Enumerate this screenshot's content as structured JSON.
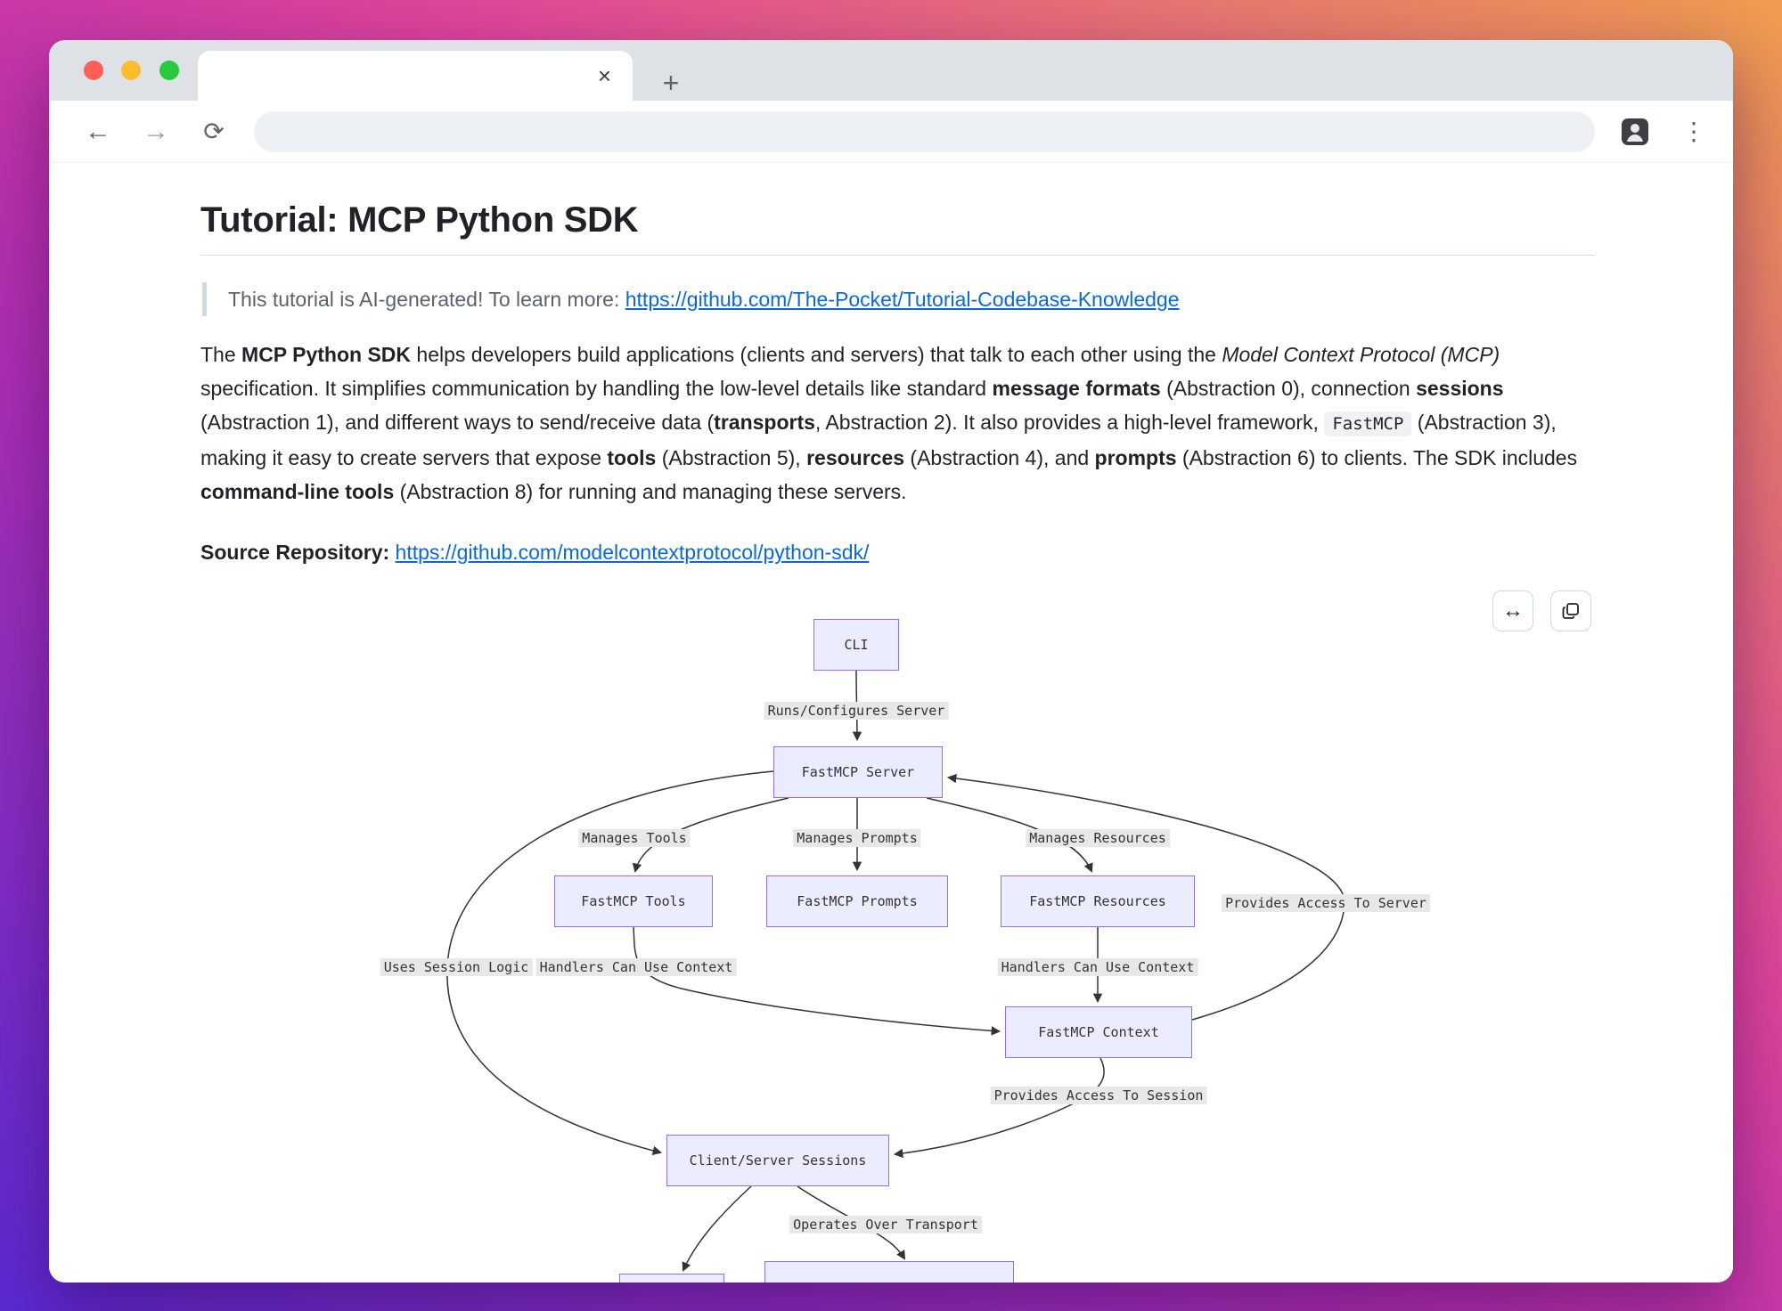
{
  "browser": {
    "icons": {
      "back": "←",
      "forward": "→",
      "reload": "⟳",
      "new_tab": "+",
      "close_tab": "×",
      "menu": "⋮",
      "expand": "↔"
    },
    "address_value": ""
  },
  "page": {
    "title": "Tutorial: MCP Python SDK",
    "quote": {
      "text": "This tutorial is AI-generated! To learn more: ",
      "link_text": "https://github.com/The-Pocket/Tutorial-Codebase-Knowledge"
    },
    "intro": [
      {
        "text": "The "
      },
      {
        "text": "MCP Python SDK"
      },
      {
        "text": " helps developers build applications (clients and servers) that talk to each other using the "
      },
      {
        "text": "Model Context Protocol (MCP)"
      },
      {
        "text": " specification. It simplifies communication by handling the low-level details like standard "
      },
      {
        "text": "message formats"
      },
      {
        "text": " (Abstraction 0), connection "
      },
      {
        "text": "sessions"
      },
      {
        "text": " (Abstraction 1), and different ways to send/receive data ("
      },
      {
        "text": "transports"
      },
      {
        "text": ", Abstraction 2). It also provides a high-level framework, "
      },
      {
        "text": "FastMCP"
      },
      {
        "text": " (Abstraction 3), making it easy to create servers that expose "
      },
      {
        "text": "tools"
      },
      {
        "text": " (Abstraction 5), "
      },
      {
        "text": "resources"
      },
      {
        "text": " (Abstraction 4), and "
      },
      {
        "text": "prompts"
      },
      {
        "text": " (Abstraction 6) to clients. The SDK includes "
      },
      {
        "text": "command-line tools"
      },
      {
        "text": " (Abstraction 8) for running and managing these servers."
      }
    ],
    "source_label": "Source Repository: ",
    "source_link": "https://github.com/modelcontextprotocol/python-sdk/"
  },
  "diagram": {
    "nodes": {
      "cli": "CLI",
      "server": "FastMCP Server",
      "tools": "FastMCP Tools",
      "prompts": "FastMCP Prompts",
      "resources": "FastMCP Resources",
      "context": "FastMCP Context",
      "sessions": "Client/Server Sessions"
    },
    "edge_labels": {
      "runs": "Runs/Configures Server",
      "manages_tools": "Manages Tools",
      "manages_prompts": "Manages Prompts",
      "manages_resources": "Manages Resources",
      "provides_server": "Provides Access To Server",
      "uses_session": "Uses Session Logic",
      "handlers_context": "Handlers Can Use Context",
      "provides_session": "Provides Access To Session",
      "operates": "Operates Over Transport"
    },
    "colors": {
      "node_fill": "#ECECFF",
      "node_border": "#9370DB",
      "edge": "#333333",
      "label_bg": "#e8e8e8"
    }
  }
}
